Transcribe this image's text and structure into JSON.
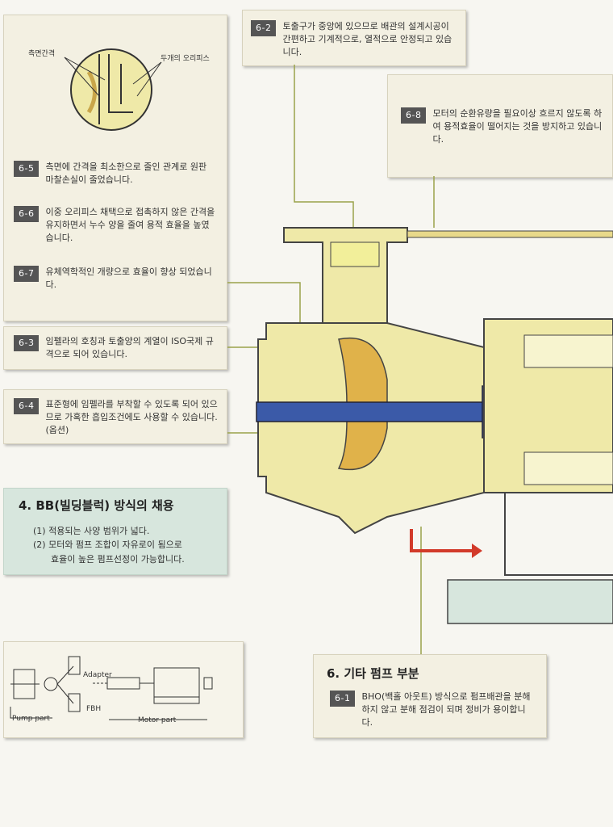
{
  "callouts": {
    "c62": {
      "tag": "6-2",
      "text": "토출구가 중앙에 있으므로 배관의 설계시공이 간편하고 기계적으로, 열적으로 안정되고 있습니다."
    },
    "c68": {
      "tag": "6-8",
      "text": "모터의 순환유량을 필요이상 흐르지 않도록 하여 용적효율이 떨어지는 것을 방지하고 있습니다."
    },
    "c65": {
      "tag": "6-5",
      "text": "측면에 간격을 최소한으로 줄인 관계로 원판 마찰손실이 줄었습니다."
    },
    "c66": {
      "tag": "6-6",
      "text": "이중 오리피스 채택으로 접촉하지 않은 간격을 유지하면서 누수 양을 줄여 용적 효율을 높였습니다."
    },
    "c67": {
      "tag": "6-7",
      "text": "유체역학적인 개량으로 효율이 향상 되었습니다."
    },
    "c63": {
      "tag": "6-3",
      "text": "임펠라의 호칭과 토출양의 계열이 ISO국제 규격으로 되어 있습니다."
    },
    "c64": {
      "tag": "6-4",
      "text": "표준형에 임펠라를 부착할 수 있도록 되어 있으므로 가혹한 흡입조건에도 사용할 수 있습니다. (옵션)"
    },
    "c61": {
      "tag": "6-1",
      "text": "BHO(백홀 아웃트) 방식으로 펌프배관을 분해하지 않고 분해 점검이 되며 정비가 용이합니다."
    }
  },
  "detail_labels": {
    "side_gap": "측면간격",
    "orifice": "두개의 오리피스"
  },
  "bb": {
    "title": "4. BB(빌딩블럭) 방식의 채용",
    "item1": "(1) 적용되는 사양 범위가 넓다.",
    "item2": "(2) 모터와 펌프 조합이 자유로이 됨으로",
    "item2b": "효율이 높은 펌프선정이 가능합니다."
  },
  "other": {
    "title": "6. 기타 펌프 부분"
  },
  "schematic": {
    "adapter": "Adapter",
    "fbh": "FBH",
    "pump_part": "Pump part",
    "motor_part": "Motor part"
  },
  "colors": {
    "panel": "#f3f0e2",
    "green": "#d7e6dd",
    "tag": "#555555",
    "impeller": "#e0b24a",
    "shaft": "#3b5aa8",
    "arrow": "#d23a2a"
  }
}
